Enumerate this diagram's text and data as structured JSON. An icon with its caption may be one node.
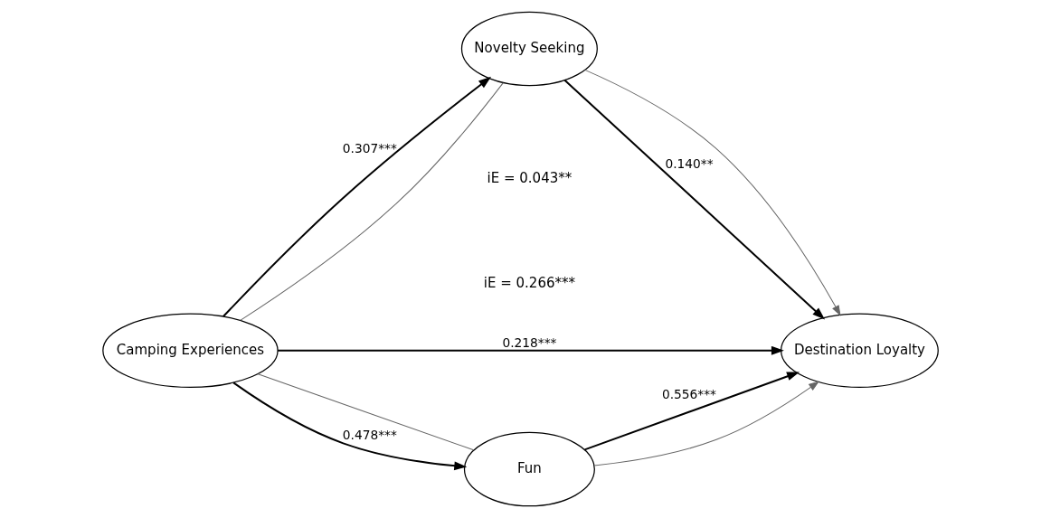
{
  "diagram": {
    "nodes": [
      {
        "text": [
          "Camping Experiences"
        ]
      },
      {
        "text": [
          "Novelty Seeking"
        ]
      },
      {
        "text": [
          "Destination Loyalty"
        ]
      },
      {
        "text": [
          "Fun"
        ]
      }
    ],
    "edges": [
      {
        "from": 0,
        "to": 1,
        "arrow": "to",
        "label": "0.307***"
      },
      {
        "from": 0,
        "to": 1,
        "arrow": "none",
        "color": "#666666"
      },
      {
        "from": 1,
        "to": 2,
        "arrow": "to",
        "label": "0.140**"
      },
      {
        "from": 1,
        "to": 2,
        "arrow": "to",
        "color": "#666666"
      },
      {
        "from": 0,
        "to": 2,
        "arrow": "to",
        "label": "0.218***"
      },
      {
        "from": 0,
        "to": 3,
        "arrow": "none",
        "color": "#666666"
      },
      {
        "from": 0,
        "to": 3,
        "arrow": "to",
        "label": "0.478***"
      },
      {
        "from": 3,
        "to": 2,
        "arrow": "to",
        "color": "#666666"
      },
      {
        "from": 3,
        "to": 2,
        "arrow": "to",
        "label": "0.556***"
      }
    ],
    "labels": [
      "iE = 0.043**",
      "iE = 0.266***"
    ]
  }
}
